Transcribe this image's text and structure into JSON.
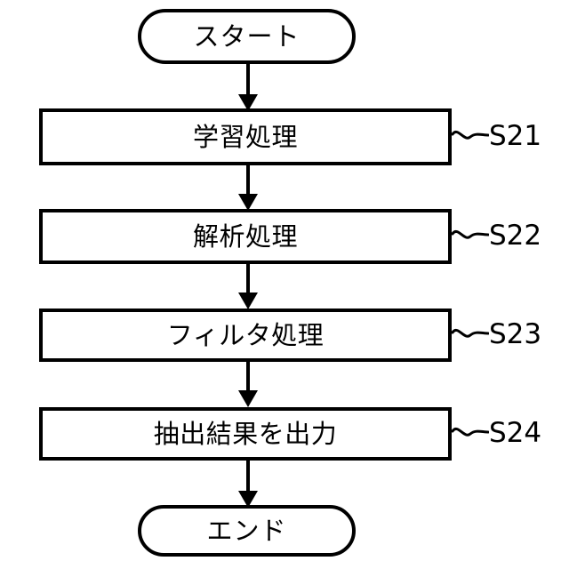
{
  "diagram": {
    "title": "flowchart",
    "background_color": "#ffffff",
    "line_color": "#000000",
    "start": {
      "shape": "stadium",
      "label": "スタート"
    },
    "end": {
      "shape": "stadium",
      "label": "エンド"
    },
    "steps": [
      {
        "label": "学習処理",
        "step_id": "S21"
      },
      {
        "label": "解析処理",
        "step_id": "S22"
      },
      {
        "label": "フィルタ処理",
        "step_id": "S23"
      },
      {
        "label": "抽出結果を出力",
        "step_id": "S24"
      }
    ],
    "connectors": [
      {
        "from": "start",
        "to": "S21",
        "arrow": "down"
      },
      {
        "from": "S21",
        "to": "S22",
        "arrow": "down"
      },
      {
        "from": "S22",
        "to": "S23",
        "arrow": "down"
      },
      {
        "from": "S23",
        "to": "S24",
        "arrow": "down"
      },
      {
        "from": "S24",
        "to": "end",
        "arrow": "down"
      }
    ]
  }
}
